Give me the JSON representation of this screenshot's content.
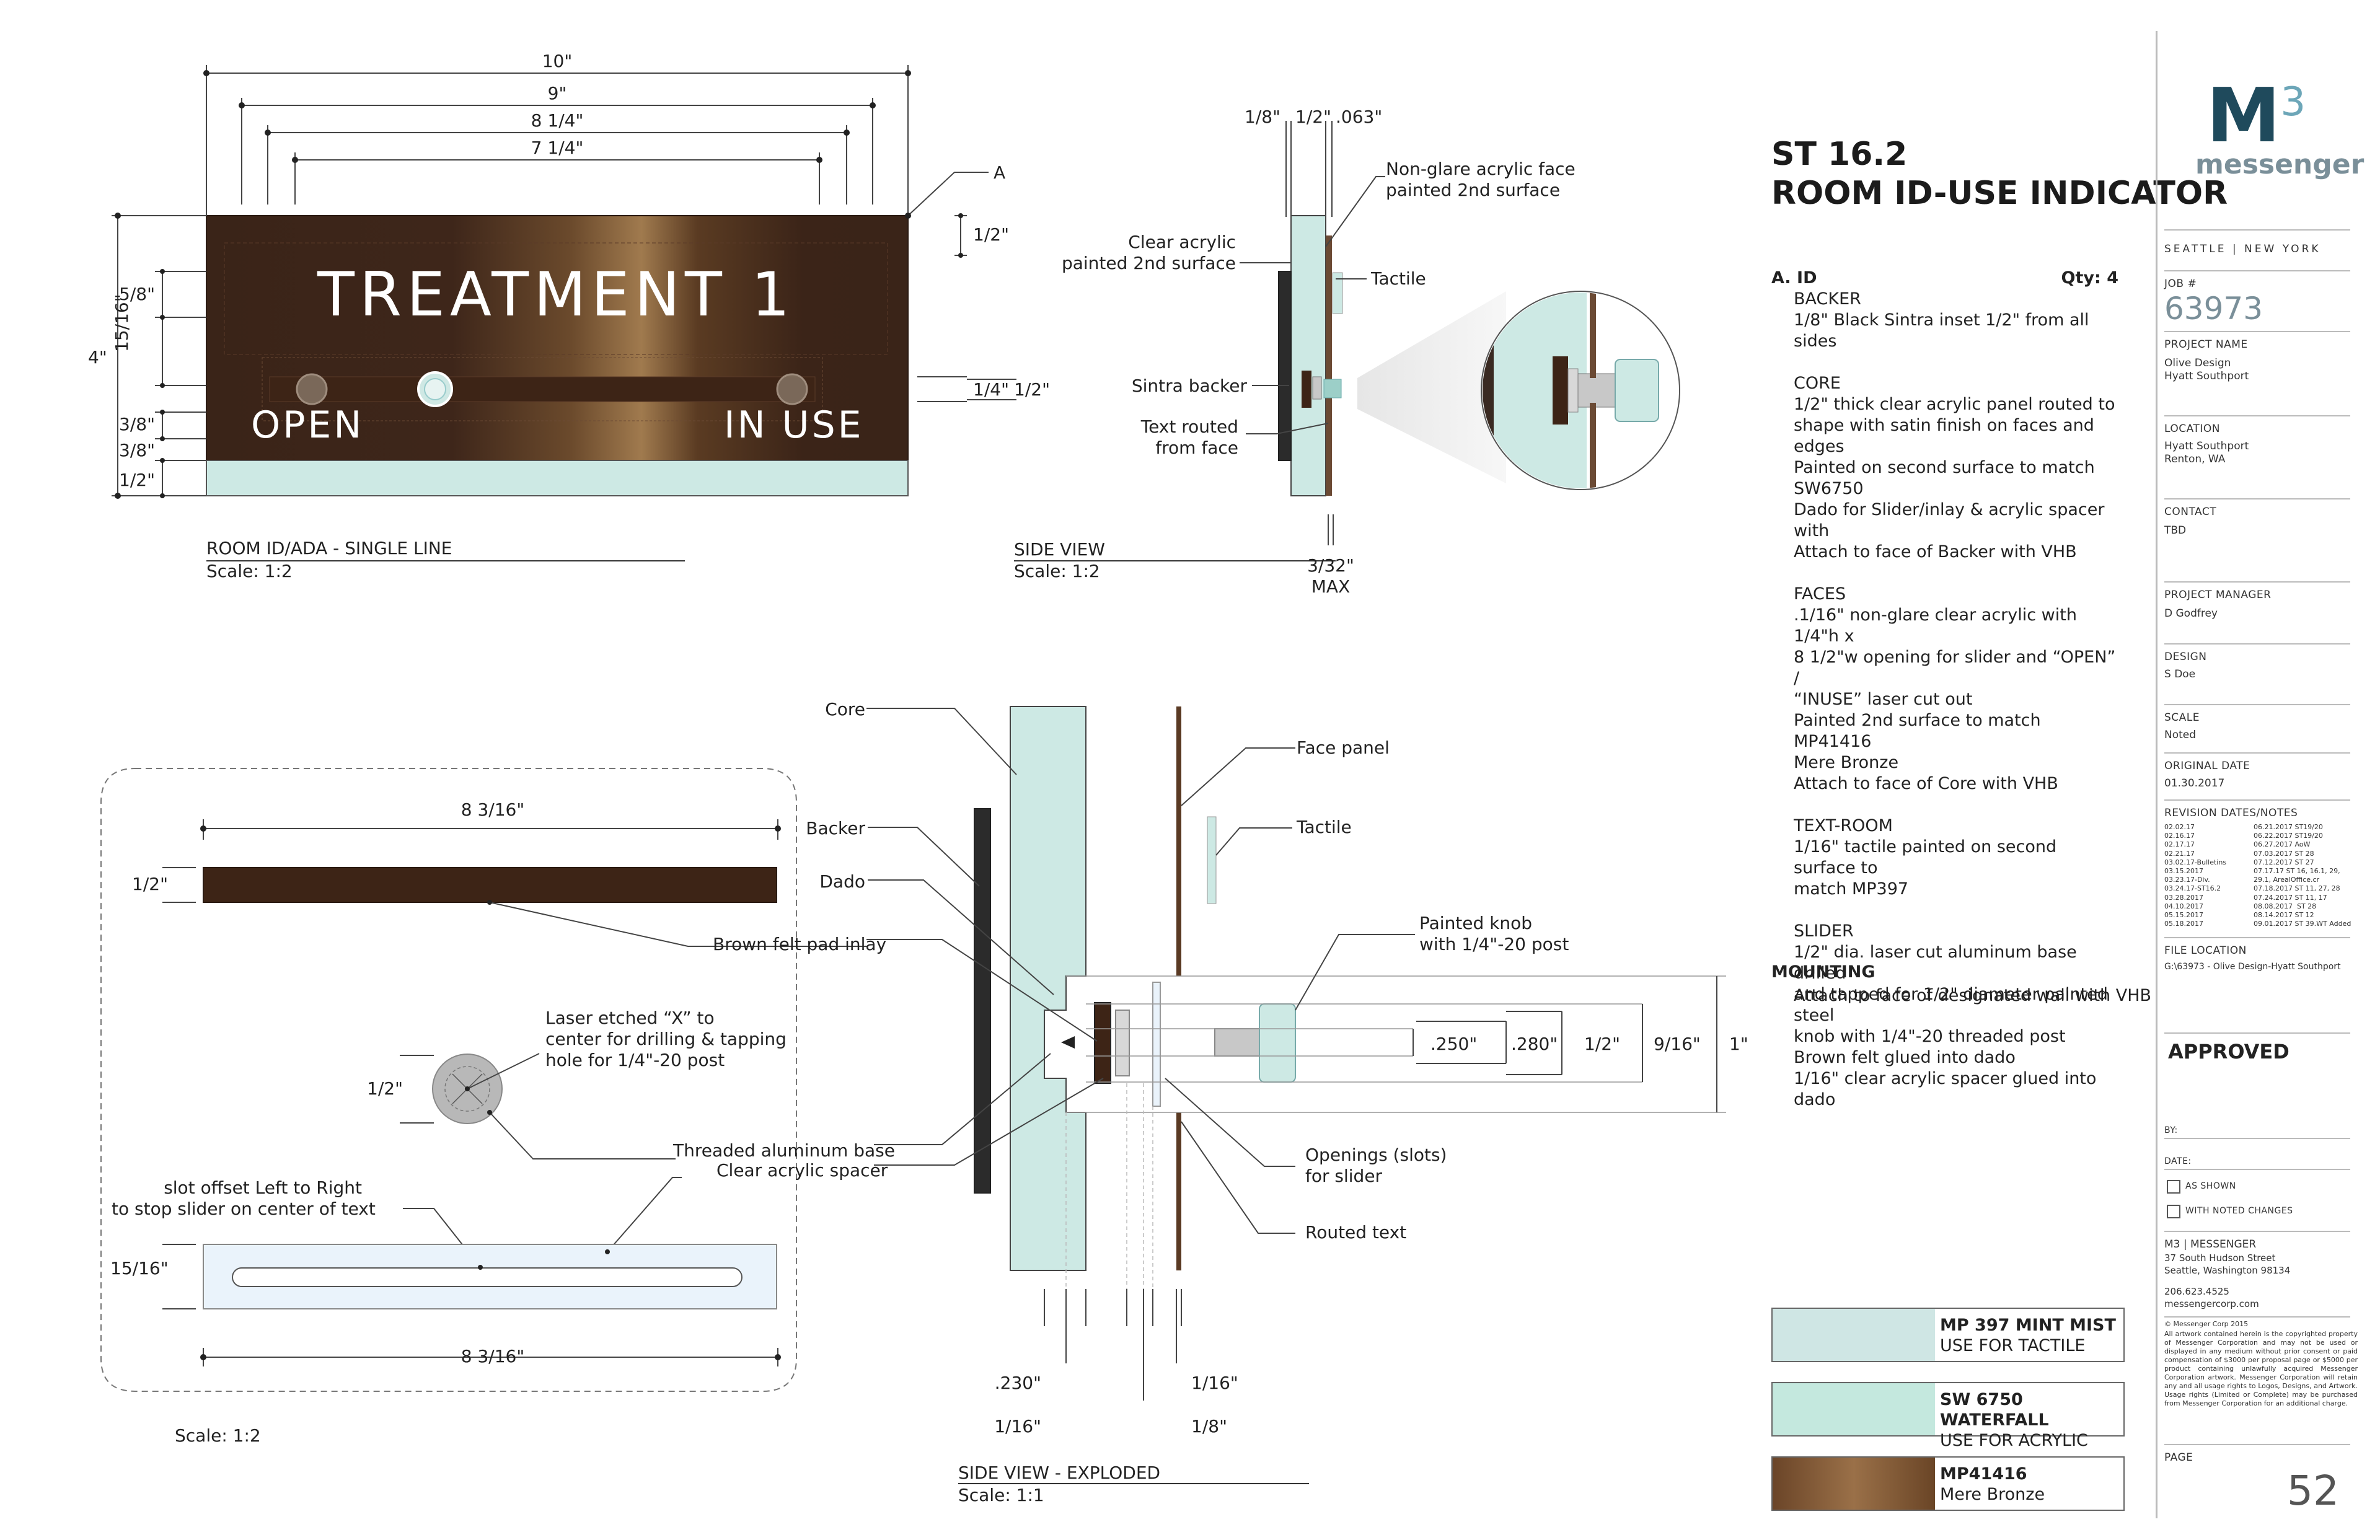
{
  "sheet": {
    "id": "ST 16.2",
    "name": "ROOM ID-USE INDICATOR"
  },
  "sign": {
    "room_text": "TREATMENT 1",
    "open_text": "OPEN",
    "inuse_text": "IN USE"
  },
  "front_view": {
    "dims_top": [
      "10\"",
      "9\"",
      "8 1/4\"",
      "7 1/4\""
    ],
    "callout_a": "A",
    "dim_right_top": "1/2\"",
    "dim_right_slot_a": "1/4\"",
    "dim_right_slot_b": "1/2\"",
    "dims_left": [
      "5/8\"",
      "15/16\"",
      "3/8\"",
      "3/8\"",
      "1/2\""
    ],
    "dim_left_total": "4\"",
    "caption": "ROOM ID/ADA - SINGLE LINE",
    "scale": "Scale: 1:2"
  },
  "side_view": {
    "dims_top": [
      "1/8\"",
      "1/2\"",
      ".063\""
    ],
    "labels": {
      "nonglare": [
        "Non-glare acrylic face",
        "painted 2nd surface"
      ],
      "clear": [
        "Clear acrylic",
        "painted 2nd surface"
      ],
      "tactile": "Tactile",
      "sintra": "Sintra backer",
      "routed": [
        "Text routed",
        "from face"
      ]
    },
    "dim_bottom": [
      "3/32\"",
      "MAX"
    ],
    "caption": "SIDE VIEW",
    "scale": "Scale: 1:2"
  },
  "slider_detail": {
    "dim_top": "8 3/16\"",
    "dim_base": "1/2\"",
    "felt_label": "Brown felt pad inlay",
    "laser_label": [
      "Laser etched “X” to",
      "center for drilling & tapping",
      "hole for 1/4\"-20 post"
    ],
    "knob_dim": "1/2\"",
    "threaded_label": "Threaded aluminum base",
    "spacer_label": "Clear acrylic spacer",
    "slot_label": [
      "slot offset Left to Right",
      "to stop slider on center of text"
    ],
    "slot_dim": "15/16\"",
    "dim_bottom": "8 3/16\"",
    "scale": "Scale: 1:2"
  },
  "exploded": {
    "labels": {
      "core": "Core",
      "backer": "Backer",
      "dado": "Dado",
      "face": "Face panel",
      "tactile": "Tactile",
      "knob": [
        "Painted knob",
        "with 1/4\"-20 post"
      ],
      "openings": [
        "Openings (slots)",
        "for slider"
      ],
      "routed": "Routed text"
    },
    "dims_right": [
      ".250\"",
      ".280\"",
      "1/2\"",
      "9/16\"",
      "1\""
    ],
    "dims_bottom": [
      ".230\"",
      "1/16\"",
      "1/16\"",
      "1/8\""
    ],
    "caption": "SIDE VIEW - EXPLODED",
    "scale": "Scale: 1:1"
  },
  "spec": {
    "section": "A. ID",
    "qty": "Qty: 4",
    "blocks": [
      {
        "head": "BACKER",
        "lines": [
          "1/8\" Black Sintra inset 1/2\" from all sides"
        ]
      },
      {
        "head": "CORE",
        "lines": [
          "1/2\" thick clear acrylic panel routed to",
          "shape with satin finish on faces and edges",
          "Painted on second surface to match",
          "SW6750",
          "Dado for Slider/inlay & acrylic spacer with",
          "Attach to face of Backer with VHB"
        ]
      },
      {
        "head": "FACES",
        "lines": [
          ".1/16\" non-glare clear acrylic with 1/4\"h x",
          "8 1/2\"w opening for slider and “OPEN” /",
          "“INUSE” laser cut out",
          "Painted 2nd surface to match MP41416",
          "Mere Bronze",
          "Attach to face of Core with VHB"
        ]
      },
      {
        "head": "TEXT-ROOM",
        "lines": [
          "1/16\" tactile painted on second surface to",
          "match MP397"
        ]
      },
      {
        "head": "SLIDER",
        "lines": [
          "1/2\" dia. laser cut aluminum base drilled",
          "and tapped for 1/2\" diameter painted steel",
          "knob with 1/4\"-20 threaded post",
          "Brown felt glued into dado",
          "1/16\" clear acrylic spacer glued into dado"
        ]
      }
    ],
    "mounting_head": "MOUNTING",
    "mounting_text": "Attach to face of designated wall with VHB"
  },
  "swatches": [
    {
      "code": "MP 397 MINT MIST",
      "use": "USE FOR TACTILE",
      "color": "#cfe6e4"
    },
    {
      "code": "SW 6750 WATERFALL",
      "use": "USE FOR ACRYLIC",
      "color": "#c4e8de"
    },
    {
      "code": "MP41416",
      "use": "Mere Bronze",
      "color": "#7a5531"
    }
  ],
  "title_block": {
    "logo_m": "M",
    "logo_3": "3",
    "logo_word": "messenger",
    "cities": "SEATTLE | NEW YORK",
    "job_label": "JOB #",
    "job": "63973",
    "project_label": "PROJECT NAME",
    "project": [
      "Olive Design",
      "Hyatt Southport"
    ],
    "location_label": "LOCATION",
    "location": [
      "Hyatt Southport",
      "Renton, WA"
    ],
    "contact_label": "CONTACT",
    "contact": "TBD",
    "pm_label": "PROJECT MANAGER",
    "pm": "D Godfrey",
    "design_label": "DESIGN",
    "design": "S Doe",
    "scale_label": "SCALE",
    "scale": "Noted",
    "date_label": "ORIGINAL DATE",
    "date": "01.30.2017",
    "rev_label": "REVISION DATES/NOTES",
    "rev_left": "02.02.17\n02.16.17\n02.17.17\n02.21.17\n03.02.17-Bulletins\n03.15.2017\n03.23.17-Div.\n03.24.17-ST16.2\n03.28.2017\n04.10.2017\n05.15.2017\n05.18.2017",
    "rev_right": "06.21.2017 ST19/20\n06.22.2017 ST19/20\n06.27.2017 AoW\n07.03.2017 ST 28\n07.12.2017 ST 27\n07.17.17 ST 16, 16.1, 29,\n29.1, ArealOffice.cr\n07.18.2017 ST 11, 27, 28\n07.24.2017 ST 11, 17\n08.08.2017  ST 28\n08.14.2017 ST 12\n09.01.2017 ST 39.WT Added",
    "file_label": "FILE LOCATION",
    "file": "G:\\63973 - Olive Design-Hyatt Southport",
    "approved": "APPROVED",
    "by": "BY:",
    "date2": "DATE:",
    "as_shown": "AS SHOWN",
    "with_changes": "WITH NOTED CHANGES",
    "company": "M3 | MESSENGER",
    "address": [
      "37 South Hudson Street",
      "Seattle, Washington 98134"
    ],
    "phone": "206.623.4525",
    "web": "messengercorp.com",
    "copyright": "© Messenger Corp 2015",
    "fine_print": "All artwork contained herein is the copyrighted property of Messenger Corporation and may not be used or displayed in any medium without prior consent or paid compensation of $3000 per proposal page or $5000 per product containing unlawfully acquired Messenger Corporation artwork. Messenger Corporation will retain any and all usage rights to Logos, Designs, and Artwork. Usage rights (Limited or Complete) may be purchased from Messenger Corporation for an additional charge.",
    "page_label": "PAGE",
    "page": "52"
  }
}
